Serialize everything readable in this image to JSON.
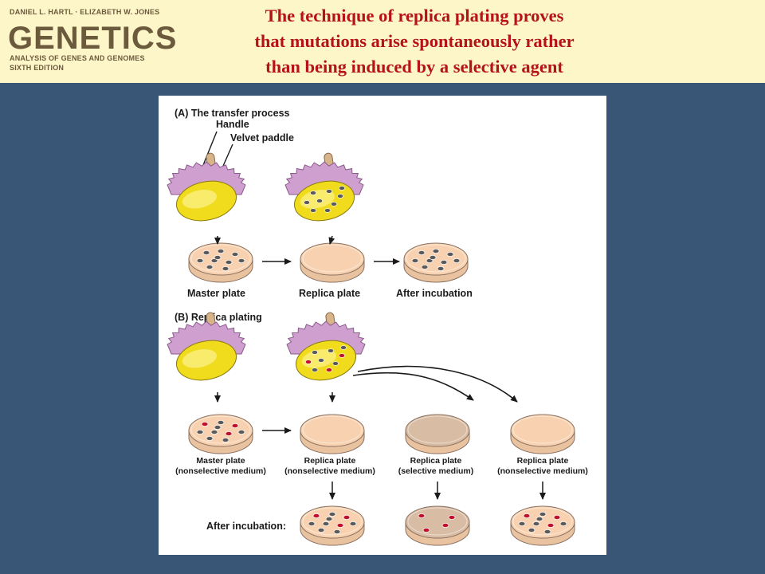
{
  "logo": {
    "authors": "DANIEL L. HARTL · ELIZABETH W. JONES",
    "book": "GENETICS",
    "subtitle": "ANALYSIS OF GENES AND GENOMES",
    "edition": "SIXTH EDITION"
  },
  "title_lines": [
    "The technique of replica plating proves",
    "that mutations arise spontaneously rather",
    "than being induced by a selective agent"
  ],
  "figure": {
    "panel_a": {
      "heading": "(A)  The transfer process",
      "handle_label": "Handle",
      "paddle_label": "Velvet paddle",
      "plate_labels": [
        "Master plate",
        "Replica plate",
        "After incubation"
      ]
    },
    "panel_b": {
      "heading": "(B)  Replica plating",
      "plates": [
        {
          "title": "Master plate",
          "medium": "(nonselective medium)"
        },
        {
          "title": "Replica plate",
          "medium": "(nonselective medium)"
        },
        {
          "title": "Replica plate",
          "medium": "(selective medium)"
        },
        {
          "title": "Replica plate",
          "medium": "(nonselective medium)"
        }
      ],
      "after_label": "After incubation:"
    }
  },
  "colors": {
    "background": "#3a5676",
    "header": "#fdf6c8",
    "title_text": "#b5121b",
    "agar": "#f8d2b0",
    "selective_agar": "#d8bda4",
    "velvet": "#cf9fcf",
    "paddle_yellow": "#f0dc1c",
    "colony_gray": "#5a5a5a",
    "colony_red": "#c0102c"
  }
}
